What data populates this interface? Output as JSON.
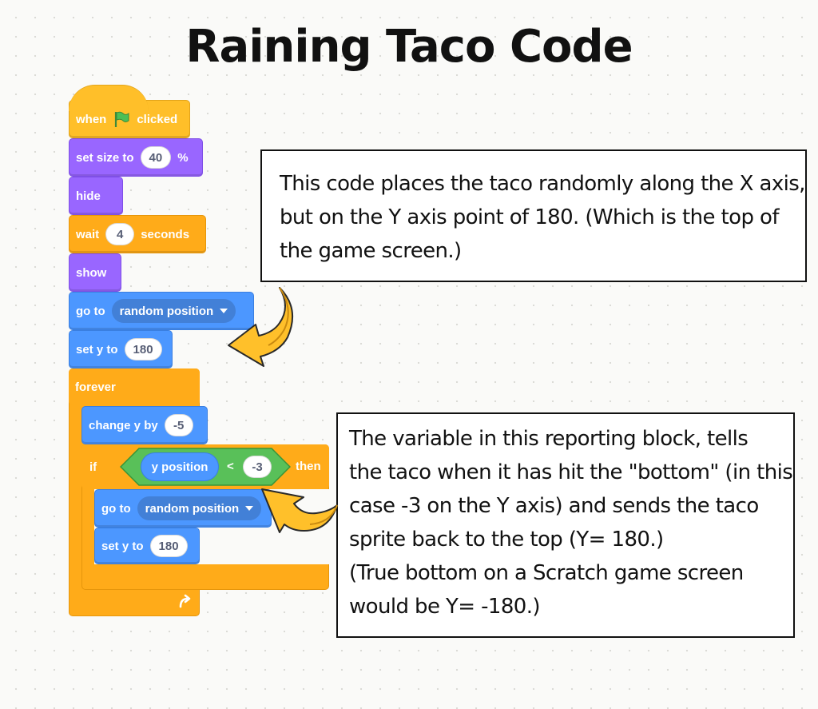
{
  "title": "Raining Taco Code",
  "script": {
    "when_clicked": {
      "word1": "when",
      "icon": "green-flag-icon",
      "word2": "clicked"
    },
    "set_size": {
      "label": "set size to",
      "value": "40",
      "unit": "%"
    },
    "hide": {
      "label": "hide"
    },
    "wait": {
      "label": "wait",
      "value": "4",
      "unit": "seconds"
    },
    "show": {
      "label": "show"
    },
    "go_to_1": {
      "label": "go to",
      "option": "random position"
    },
    "set_y_1": {
      "label": "set y to",
      "value": "180"
    },
    "forever": {
      "label": "forever",
      "icon": "loop-arrow-icon"
    },
    "change_y": {
      "label": "change y by",
      "value": "-5"
    },
    "if_block": {
      "label": "if",
      "then": "then"
    },
    "condition": {
      "reporter": "y position",
      "op": "<",
      "value": "-3"
    },
    "go_to_2": {
      "label": "go to",
      "option": "random position"
    },
    "set_y_2": {
      "label": "set y to",
      "value": "180"
    }
  },
  "notes": {
    "top": [
      "This code places the taco randomly along the X axis,",
      "but on the Y axis point of 180. (Which is the top of",
      "the game screen.)"
    ],
    "bottom": [
      "The variable in this reporting block, tells",
      "the taco when it has hit the \"bottom\" (in this",
      "case -3 on the Y axis) and sends the taco",
      "sprite back to the top (Y= 180.)",
      "(True bottom on a Scratch game screen",
      "would be Y= -180.)"
    ]
  },
  "colors": {
    "events": "#ffbf29",
    "looks": "#9966ff",
    "motion": "#4c97ff",
    "control": "#ffab19",
    "operators": "#59c059",
    "arrow": "#ffc02a"
  }
}
